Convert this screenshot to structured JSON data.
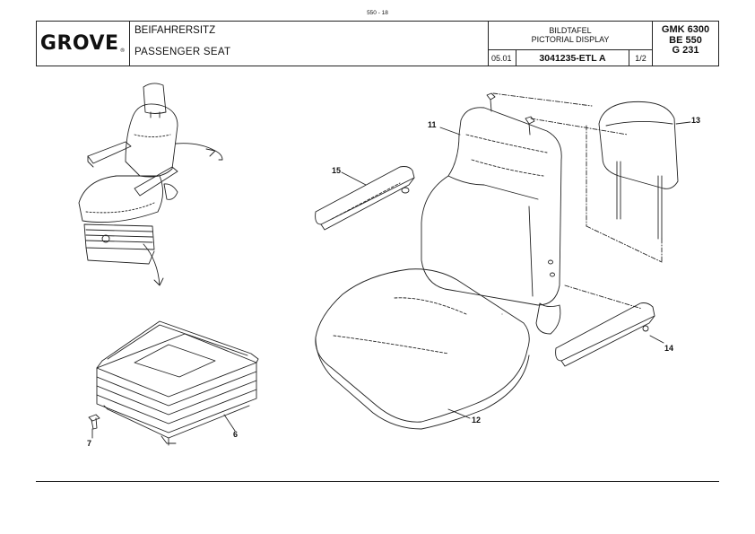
{
  "header": {
    "page_number": "550 - 18",
    "logo_text": "GROVE",
    "logo_mark": "®",
    "title_de": "BEIFAHRERSITZ",
    "title_en": "PASSENGER  SEAT",
    "bildtafel": "BILDTAFEL",
    "pictorial_display": "PICTORIAL DISPLAY",
    "date": "05.01",
    "document_number": "3041235-ETL A",
    "sheet": "1/2",
    "model_1": "GMK  6300",
    "model_2": "BE  550",
    "model_3": "G  231"
  },
  "callouts": {
    "c6": "6",
    "c7": "7",
    "c11": "11",
    "c12": "12",
    "c13": "13",
    "c14": "14",
    "c15": "15"
  },
  "colors": {
    "line": "#222222",
    "background": "#ffffff"
  }
}
